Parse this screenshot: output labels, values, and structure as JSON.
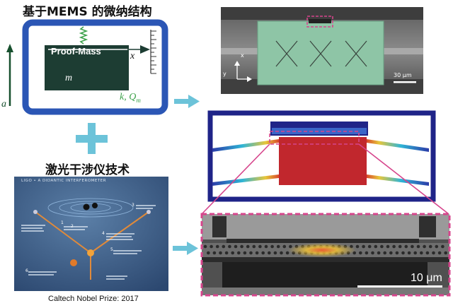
{
  "titles": {
    "mems": "基于MEMS 的微纳结构",
    "interferometer": "激光干涉仪技术"
  },
  "mems_schematic": {
    "block_label": "Proof-Mass",
    "mass_symbol": "m",
    "axis_label": "x",
    "spring_label": "k, Q",
    "spring_label_sub": "m",
    "side_axis_label": "a"
  },
  "sem_top": {
    "scale_bar": "30 μm",
    "axis_x": "x",
    "axis_y": "y"
  },
  "ligo_poster": {
    "header": "LIGO • A DIDANTIC INTERFEROMETER",
    "steps": [
      "1",
      "2",
      "3",
      "4",
      "5",
      "6"
    ],
    "caption": "Caltech Nobel Prize: 2017"
  },
  "sem_bottom": {
    "scale_bar": "10 μm"
  },
  "colors": {
    "frame_blue": "#2b56b5",
    "mass_green": "#1d3d33",
    "arrow_teal": "#6cc3d9",
    "dashed_pink": "#d6458c",
    "sim_frame": "#1f2488",
    "sim_red": "#c1272d"
  }
}
